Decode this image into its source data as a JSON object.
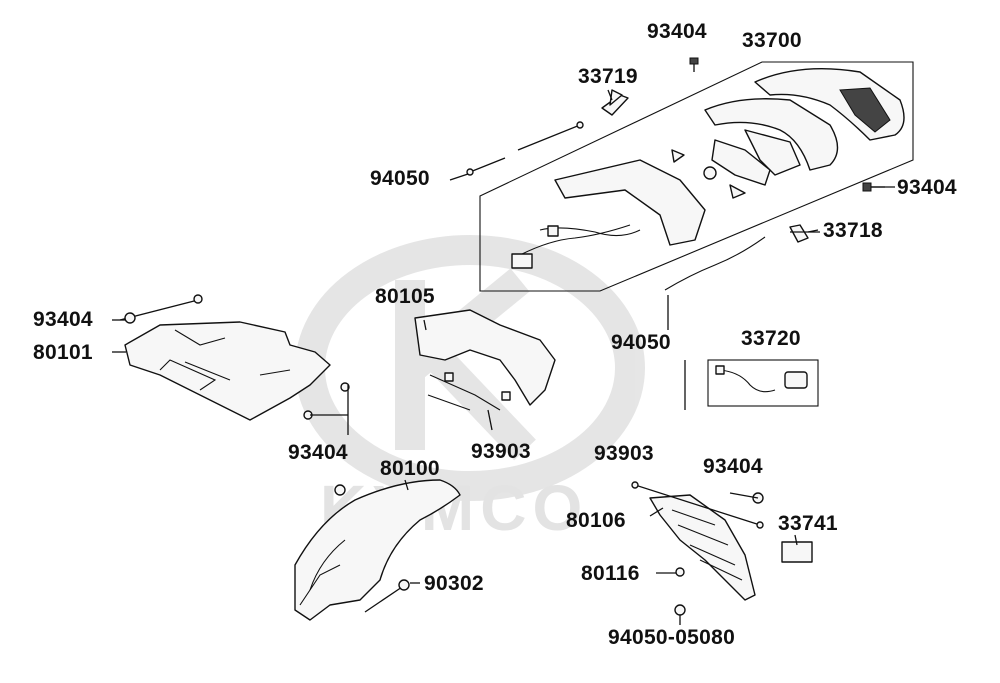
{
  "part_labels": {
    "p93404_top": "93404",
    "p33700": "33700",
    "p33719": "33719",
    "p94050_a": "94050",
    "p93404_right": "93404",
    "p33718": "33718",
    "p80105": "80105",
    "p93404_left": "93404",
    "p80101": "80101",
    "p94050_b": "94050",
    "p33720": "33720",
    "p93903_mid": "93903",
    "p93404_mid": "93404",
    "p80100": "80100",
    "p93903_low": "93903",
    "p93404_low": "93404",
    "p80106": "80106",
    "p33741": "33741",
    "p80116": "80116",
    "p90302": "90302",
    "p94050_05080": "94050-05080"
  },
  "watermark": {
    "text": "KYMCO",
    "color": "#e3e3e3"
  },
  "colors": {
    "line": "#111111",
    "part_fill": "#f7f7f7",
    "background": "#ffffff"
  }
}
